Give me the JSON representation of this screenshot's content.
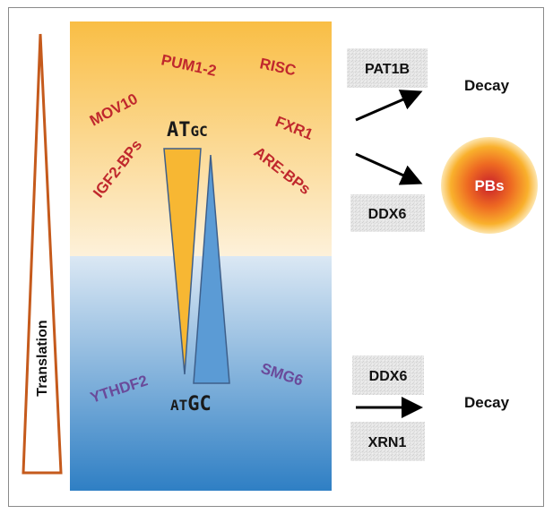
{
  "translation_label": "Translation",
  "top_binders": {
    "pum": "PUM1-2",
    "risc": "RISC",
    "mov10": "MOV10",
    "fxr1": "FXR1",
    "igf2bps": "IGF2-BPs",
    "arebps": "ARE-BPs"
  },
  "bottom_binders": {
    "ythdf2": "YTHDF2",
    "smg6": "SMG6"
  },
  "gc_top": {
    "big": "AT",
    "small": "GC"
  },
  "gc_bottom": {
    "small": "AT",
    "big": "GC"
  },
  "right_top": {
    "pat1b": "PAT1B",
    "ddx6": "DDX6",
    "decay": "Decay",
    "pbs": "PBs"
  },
  "right_bottom": {
    "ddx6": "DDX6",
    "xrn1": "XRN1",
    "decay": "Decay"
  },
  "colors": {
    "orange": "#f7b733",
    "blue": "#5b9bd5",
    "red_text": "#c0282d",
    "purple_text": "#6a4a9a",
    "translation_stroke": "#c55a1c"
  }
}
